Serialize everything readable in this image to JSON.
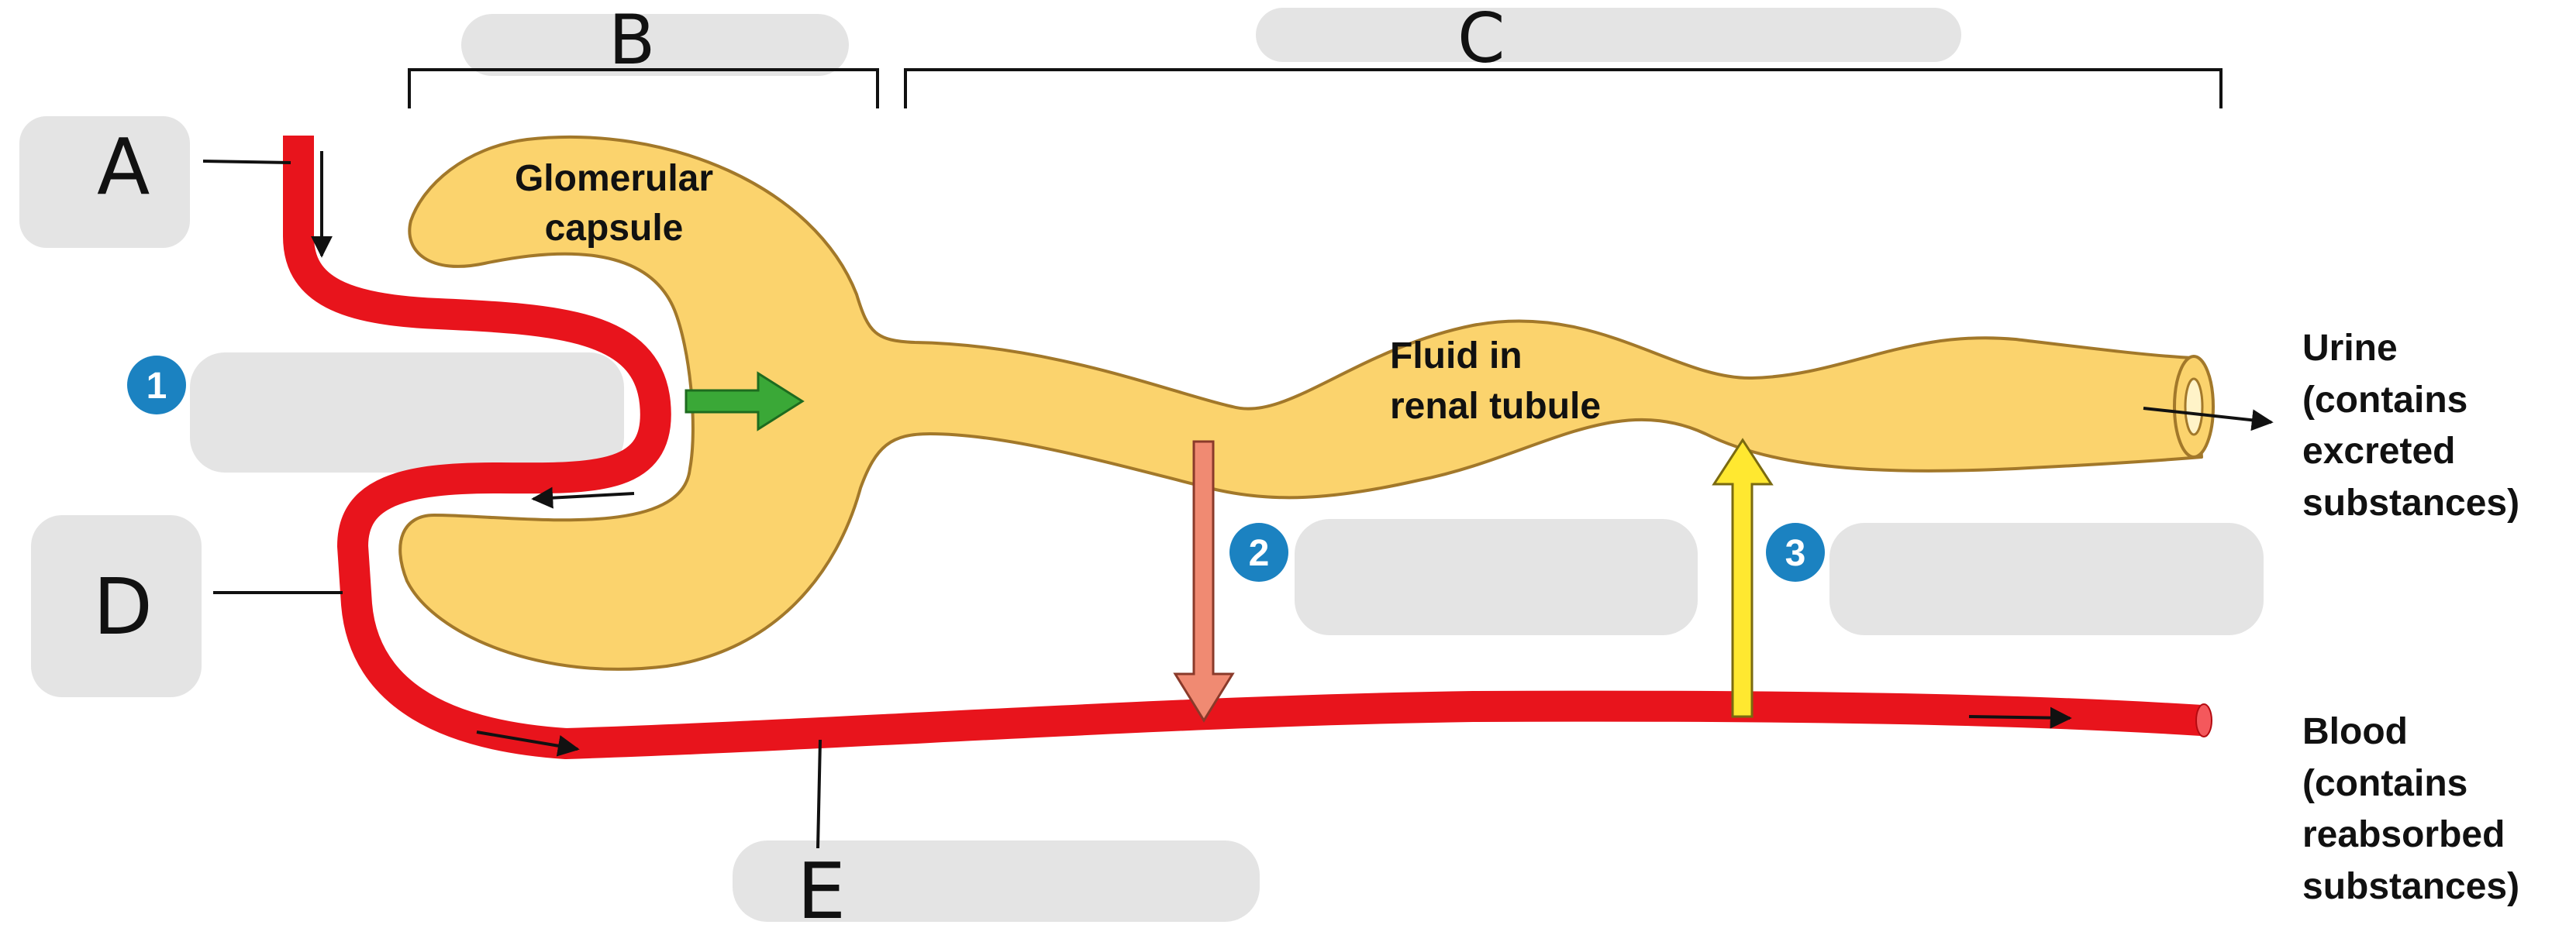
{
  "letters": {
    "a": "A",
    "b": "B",
    "c": "C",
    "d": "D",
    "e": "E"
  },
  "steps": {
    "one": "1",
    "two": "2",
    "three": "3"
  },
  "structures": {
    "capsule_line1": "Glomerular",
    "capsule_line2": "capsule",
    "tubule_line1": "Fluid in",
    "tubule_line2": "renal tubule"
  },
  "outputs": {
    "urine_lines": [
      "Urine",
      "(contains",
      "excreted",
      "substances)"
    ],
    "blood_lines": [
      "Blood",
      "(contains",
      "reabsorbed",
      "substances)"
    ]
  },
  "colors": {
    "blood_vessel": "#e8141c",
    "tubule_fill": "#fbd36d",
    "tubule_outline": "#a2782a",
    "filtration_arrow": "#3aa837",
    "secretion_arrow": "#f08a72",
    "reabsorption_arrow": "#ffe830",
    "step_badge": "#1b82c1",
    "redacted_blob": "#e4e4e4"
  }
}
